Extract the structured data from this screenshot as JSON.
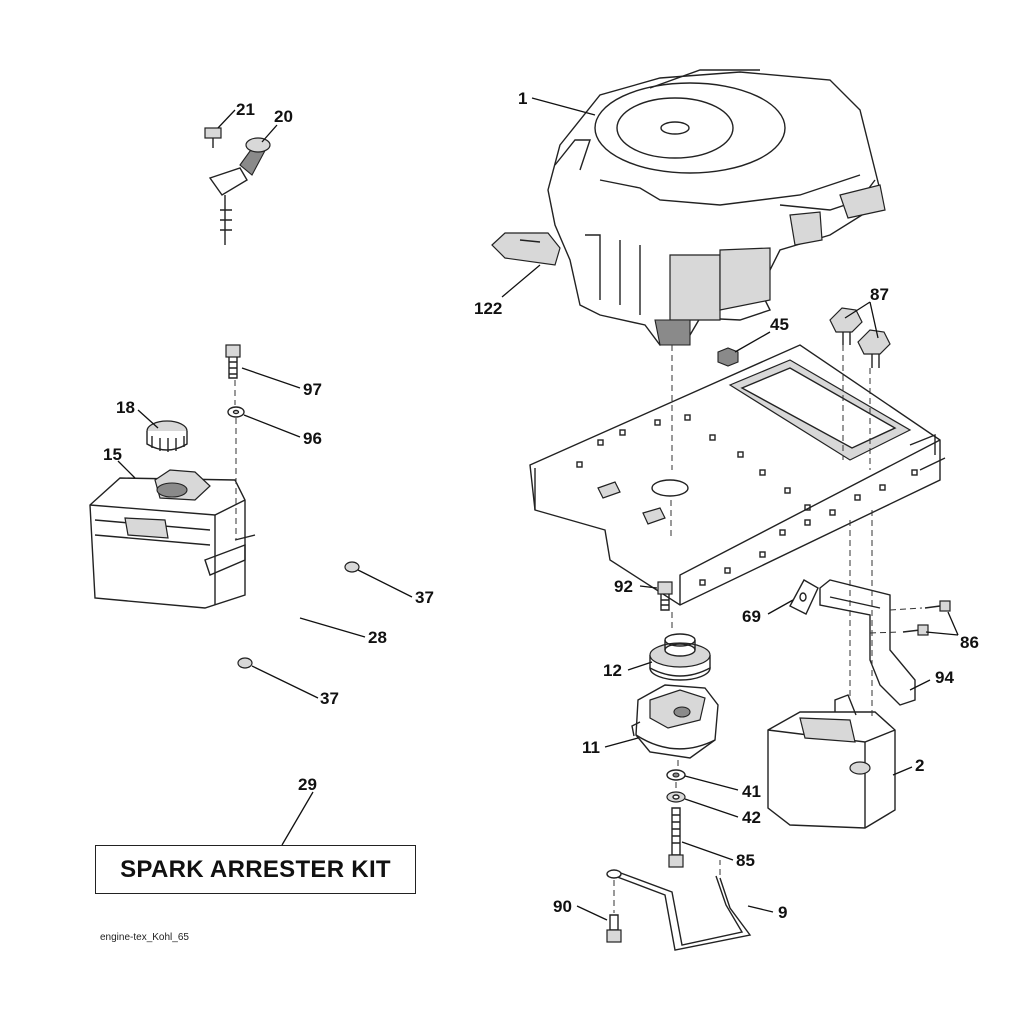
{
  "diagram": {
    "callouts": {
      "c1": "1",
      "c2": "2",
      "c9": "9",
      "c11": "11",
      "c12": "12",
      "c15": "15",
      "c18": "18",
      "c20": "20",
      "c21": "21",
      "c28": "28",
      "c29": "29",
      "c37a": "37",
      "c37b": "37",
      "c41": "41",
      "c42": "42",
      "c45": "45",
      "c69": "69",
      "c85": "85",
      "c86": "86",
      "c87": "87",
      "c90": "90",
      "c92": "92",
      "c94": "94",
      "c96": "96",
      "c97": "97",
      "c122": "122"
    },
    "kit_label": "SPARK ARRESTER KIT",
    "footer_code": "engine-tex_Kohl_65"
  }
}
